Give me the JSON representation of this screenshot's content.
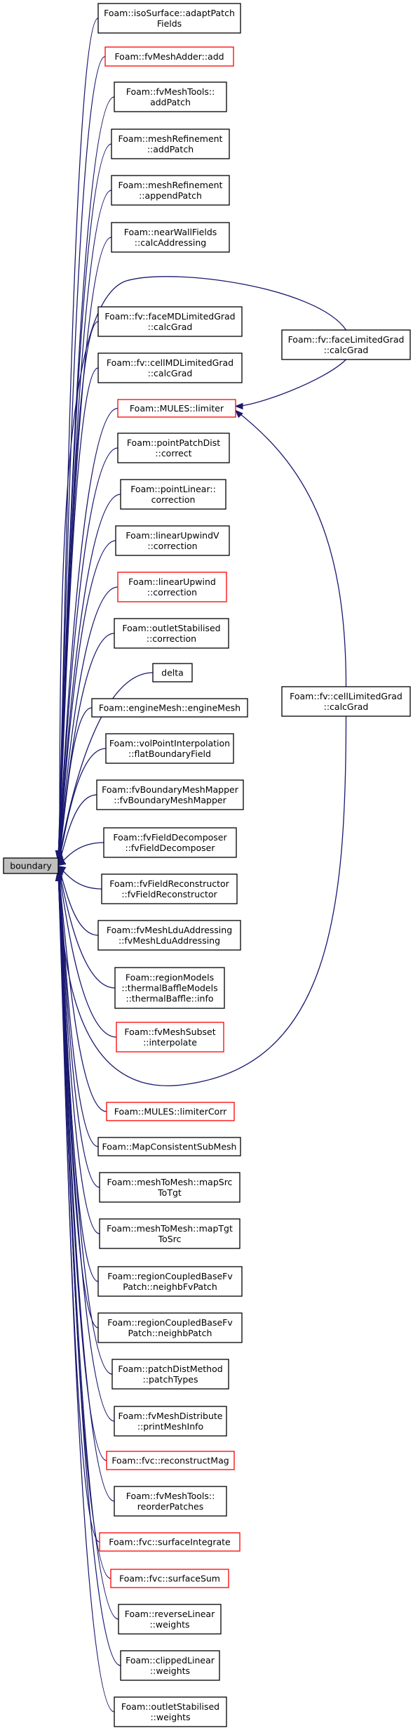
{
  "graph": {
    "colors": {
      "edge": "#191970",
      "node_border": "#000000",
      "node_border_highlight": "#ff0000",
      "root_fill": "#bfbfbf",
      "background": "#ffffff"
    },
    "root": {
      "label": "boundary"
    },
    "nodes": [
      {
        "id": "n0",
        "lines": [
          "Foam::isoSurface::adaptPatch",
          "Fields"
        ]
      },
      {
        "id": "n1",
        "lines": [
          "Foam::fvMeshAdder::add"
        ],
        "highlight": true
      },
      {
        "id": "n2",
        "lines": [
          "Foam::fvMeshTools::",
          "addPatch"
        ]
      },
      {
        "id": "n3",
        "lines": [
          "Foam::meshRefinement",
          "::addPatch"
        ]
      },
      {
        "id": "n4",
        "lines": [
          "Foam::meshRefinement",
          "::appendPatch"
        ]
      },
      {
        "id": "n5",
        "lines": [
          "Foam::nearWallFields",
          "::calcAddressing"
        ]
      },
      {
        "id": "n6",
        "lines": [
          "Foam::fv::faceMDLimitedGrad",
          "::calcGrad"
        ]
      },
      {
        "id": "n7",
        "lines": [
          "Foam::fv::cellMDLimitedGrad",
          "::calcGrad"
        ]
      },
      {
        "id": "n8",
        "lines": [
          "Foam::MULES::limiter"
        ],
        "highlight": true
      },
      {
        "id": "n9",
        "lines": [
          "Foam::pointPatchDist",
          "::correct"
        ]
      },
      {
        "id": "n10",
        "lines": [
          "Foam::pointLinear::",
          "correction"
        ]
      },
      {
        "id": "n11",
        "lines": [
          "Foam::linearUpwindV",
          "::correction"
        ]
      },
      {
        "id": "n12",
        "lines": [
          "Foam::linearUpwind",
          "::correction"
        ],
        "highlight": true
      },
      {
        "id": "n13",
        "lines": [
          "Foam::outletStabilised",
          "::correction"
        ]
      },
      {
        "id": "n14",
        "lines": [
          "delta"
        ]
      },
      {
        "id": "n15",
        "lines": [
          "Foam::engineMesh::engineMesh"
        ]
      },
      {
        "id": "n16",
        "lines": [
          "Foam::volPointInterpolation",
          "::flatBoundaryField"
        ]
      },
      {
        "id": "n17",
        "lines": [
          "Foam::fvBoundaryMeshMapper",
          "::fvBoundaryMeshMapper"
        ]
      },
      {
        "id": "n18",
        "lines": [
          "Foam::fvFieldDecomposer",
          "::fvFieldDecomposer"
        ]
      },
      {
        "id": "n19",
        "lines": [
          "Foam::fvFieldReconstructor",
          "::fvFieldReconstructor"
        ]
      },
      {
        "id": "n20",
        "lines": [
          "Foam::fvMeshLduAddressing",
          "::fvMeshLduAddressing"
        ]
      },
      {
        "id": "n21",
        "lines": [
          "Foam::regionModels",
          "::thermalBaffleModels",
          "::thermalBaffle::info"
        ]
      },
      {
        "id": "n22",
        "lines": [
          "Foam::fvMeshSubset",
          "::interpolate"
        ],
        "highlight": true
      },
      {
        "id": "n23",
        "lines": [
          "Foam::MULES::limiterCorr"
        ],
        "highlight": true
      },
      {
        "id": "n24",
        "lines": [
          "Foam::MapConsistentSubMesh"
        ]
      },
      {
        "id": "n25",
        "lines": [
          "Foam::meshToMesh::mapSrc",
          "ToTgt"
        ]
      },
      {
        "id": "n26",
        "lines": [
          "Foam::meshToMesh::mapTgt",
          "ToSrc"
        ]
      },
      {
        "id": "n27",
        "lines": [
          "Foam::regionCoupledBaseFv",
          "Patch::neighbFvPatch"
        ]
      },
      {
        "id": "n28",
        "lines": [
          "Foam::regionCoupledBaseFv",
          "Patch::neighbPatch"
        ]
      },
      {
        "id": "n29",
        "lines": [
          "Foam::patchDistMethod",
          "::patchTypes"
        ]
      },
      {
        "id": "n30",
        "lines": [
          "Foam::fvMeshDistribute",
          "::printMeshInfo"
        ]
      },
      {
        "id": "n31",
        "lines": [
          "Foam::fvc::reconstructMag"
        ],
        "highlight": true
      },
      {
        "id": "n32",
        "lines": [
          "Foam::fvMeshTools::",
          "reorderPatches"
        ]
      },
      {
        "id": "n33",
        "lines": [
          "Foam::fvc::surfaceIntegrate"
        ],
        "highlight": true
      },
      {
        "id": "n34",
        "lines": [
          "Foam::fvc::surfaceSum"
        ],
        "highlight": true
      },
      {
        "id": "n35",
        "lines": [
          "Foam::reverseLinear",
          "::weights"
        ]
      },
      {
        "id": "n36",
        "lines": [
          "Foam::clippedLinear",
          "::weights"
        ]
      },
      {
        "id": "n37",
        "lines": [
          "Foam::outletStabilised",
          "::weights"
        ]
      },
      {
        "id": "n38",
        "lines": [
          "Foam::fv::faceLimitedGrad",
          "::calcGrad"
        ]
      },
      {
        "id": "n39",
        "lines": [
          "Foam::fv::cellLimitedGrad",
          "::calcGrad"
        ]
      }
    ],
    "edges": [
      {
        "from": "n0",
        "to": "root"
      },
      {
        "from": "n1",
        "to": "root"
      },
      {
        "from": "n2",
        "to": "root"
      },
      {
        "from": "n3",
        "to": "root"
      },
      {
        "from": "n4",
        "to": "root"
      },
      {
        "from": "n5",
        "to": "root"
      },
      {
        "from": "n38",
        "to": "root"
      },
      {
        "from": "n6",
        "to": "root"
      },
      {
        "from": "n7",
        "to": "root"
      },
      {
        "from": "n8",
        "to": "root"
      },
      {
        "from": "n9",
        "to": "root"
      },
      {
        "from": "n10",
        "to": "root"
      },
      {
        "from": "n11",
        "to": "root"
      },
      {
        "from": "n12",
        "to": "root"
      },
      {
        "from": "n13",
        "to": "root"
      },
      {
        "from": "n14",
        "to": "root"
      },
      {
        "from": "n15",
        "to": "root"
      },
      {
        "from": "n16",
        "to": "root"
      },
      {
        "from": "n17",
        "to": "root"
      },
      {
        "from": "n18",
        "to": "root"
      },
      {
        "from": "n19",
        "to": "root"
      },
      {
        "from": "n20",
        "to": "root"
      },
      {
        "from": "n21",
        "to": "root"
      },
      {
        "from": "n22",
        "to": "root"
      },
      {
        "from": "n39",
        "to": "root"
      },
      {
        "from": "n23",
        "to": "root"
      },
      {
        "from": "n24",
        "to": "root"
      },
      {
        "from": "n25",
        "to": "root"
      },
      {
        "from": "n26",
        "to": "root"
      },
      {
        "from": "n27",
        "to": "root"
      },
      {
        "from": "n28",
        "to": "root"
      },
      {
        "from": "n29",
        "to": "root"
      },
      {
        "from": "n30",
        "to": "root"
      },
      {
        "from": "n31",
        "to": "root"
      },
      {
        "from": "n32",
        "to": "root"
      },
      {
        "from": "n33",
        "to": "root"
      },
      {
        "from": "n34",
        "to": "root"
      },
      {
        "from": "n35",
        "to": "root"
      },
      {
        "from": "n36",
        "to": "root"
      },
      {
        "from": "n37",
        "to": "root"
      },
      {
        "from": "n38",
        "to": "n8"
      },
      {
        "from": "n39",
        "to": "n8"
      }
    ]
  }
}
